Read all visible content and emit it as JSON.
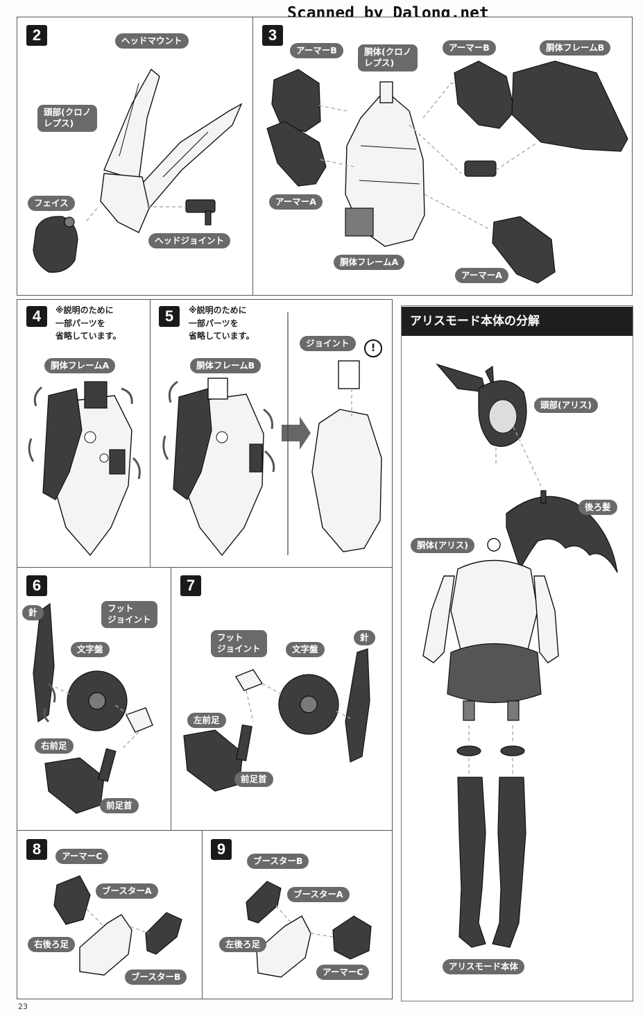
{
  "watermark": "Scanned by Dalong.net",
  "page_number": "23",
  "steps": {
    "s2": {
      "num": "2",
      "labels": [
        "ヘッドマウント",
        "頭部(クロノ\nレプス)",
        "フェイス",
        "ヘッドジョイント"
      ]
    },
    "s3": {
      "num": "3",
      "labels": [
        "アーマーB",
        "胴体(クロノ\nレプス)",
        "アーマーB",
        "胴体フレームB",
        "アーマーA",
        "胴体フレームA",
        "アーマーA"
      ]
    },
    "s4": {
      "num": "4",
      "note": "※説明のために\n一部パーツを\n省略しています。",
      "labels": [
        "胴体フレームA"
      ]
    },
    "s5": {
      "num": "5",
      "note": "※説明のために\n一部パーツを\n省略しています。",
      "labels": [
        "胴体フレームB",
        "ジョイント"
      ],
      "warning": "!"
    },
    "s6": {
      "num": "6",
      "labels": [
        "針",
        "フット\nジョイント",
        "文字盤",
        "右前足",
        "前足首"
      ]
    },
    "s7": {
      "num": "7",
      "labels": [
        "フット\nジョイント",
        "文字盤",
        "針",
        "左前足",
        "前足首"
      ]
    },
    "s8": {
      "num": "8",
      "labels": [
        "アーマーC",
        "ブースターA",
        "右後ろ足",
        "ブースターB"
      ]
    },
    "s9": {
      "num": "9",
      "labels": [
        "ブースターB",
        "ブースターA",
        "左後ろ足",
        "アーマーC"
      ]
    }
  },
  "alice": {
    "title": "アリスモード本体の分解",
    "labels": [
      "頭部(アリス)",
      "後ろ髪",
      "胴体(アリス)",
      "アリスモード本体"
    ]
  }
}
